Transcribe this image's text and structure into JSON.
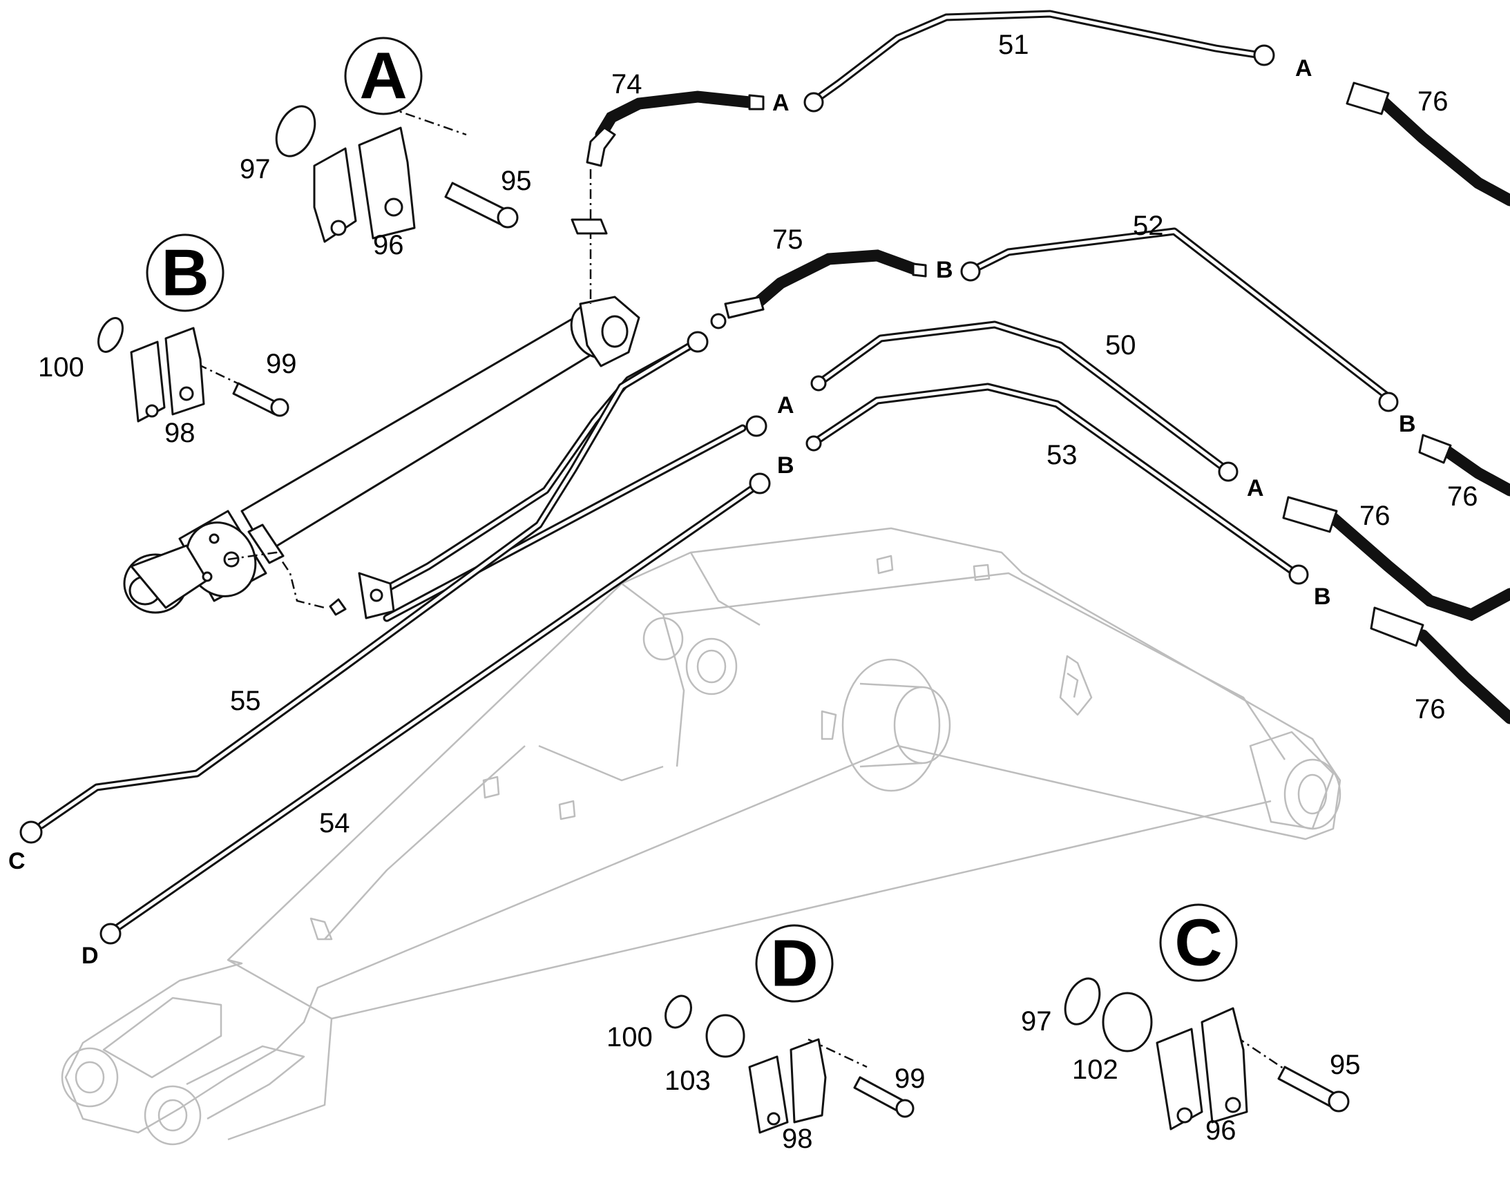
{
  "detail_labels": {
    "a": "A",
    "b": "B",
    "c": "C",
    "d": "D"
  },
  "part_numbers": {
    "n97_a": "97",
    "n96_a": "96",
    "n95_a": "95",
    "n100_b": "100",
    "n99_b": "99",
    "n98_b": "98",
    "n74": "74",
    "n51": "51",
    "n76_top": "76",
    "n75": "75",
    "n52": "52",
    "n50": "50",
    "n53": "53",
    "n76_b": "76",
    "n76_a": "76",
    "n76_bottom": "76",
    "n55": "55",
    "n54": "54",
    "n100_d": "100",
    "n103": "103",
    "n99_d": "99",
    "n98_d": "98",
    "n97_c": "97",
    "n102": "102",
    "n95_c": "95",
    "n96_c": "96"
  },
  "connector_labels": {
    "a_hose74": "A",
    "a_pipe51_end": "A",
    "b_hose75": "B",
    "b_pipe52_end": "B",
    "a_pipe50_start": "A",
    "b_pipe53_start": "B",
    "a_pipe50_end": "A",
    "b_pipe53_end": "B",
    "c_pipe55_end": "C",
    "d_pipe54_end": "D"
  }
}
